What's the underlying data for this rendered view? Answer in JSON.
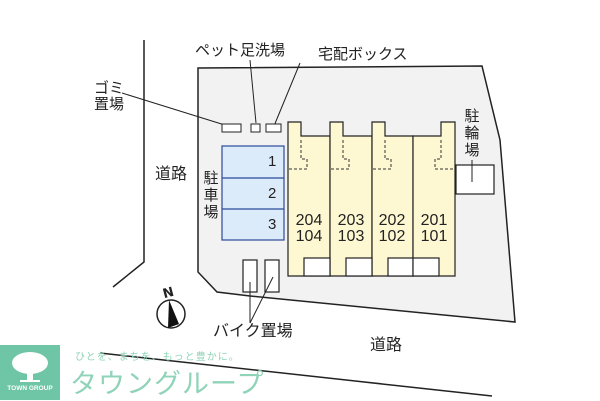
{
  "labels": {
    "garbage": "ゴミ置場",
    "pet_wash": "ペット足洗場",
    "delivery_box": "宅配ボックス",
    "road_left": "道路",
    "road_bottom": "道路",
    "parking": "駐車場",
    "bicycle_parking": "駐輪場",
    "bike_parking": "バイク置場",
    "compass_north": "N"
  },
  "parking_spaces": [
    "1",
    "2",
    "3"
  ],
  "units": [
    {
      "upper": "204",
      "lower": "104"
    },
    {
      "upper": "203",
      "lower": "103"
    },
    {
      "upper": "202",
      "lower": "102"
    },
    {
      "upper": "201",
      "lower": "101"
    }
  ],
  "logo": {
    "tagline": "ひとを、まちを、もっと豊かに。",
    "brand": "タウングループ",
    "brand_en": "TOWN GROUP"
  },
  "colors": {
    "lot": "#f2f2f2",
    "parking": "#dcebfa",
    "parking_border": "#2b4a9a",
    "building": "#fdf8d2",
    "logo": "#6fc6a6"
  }
}
